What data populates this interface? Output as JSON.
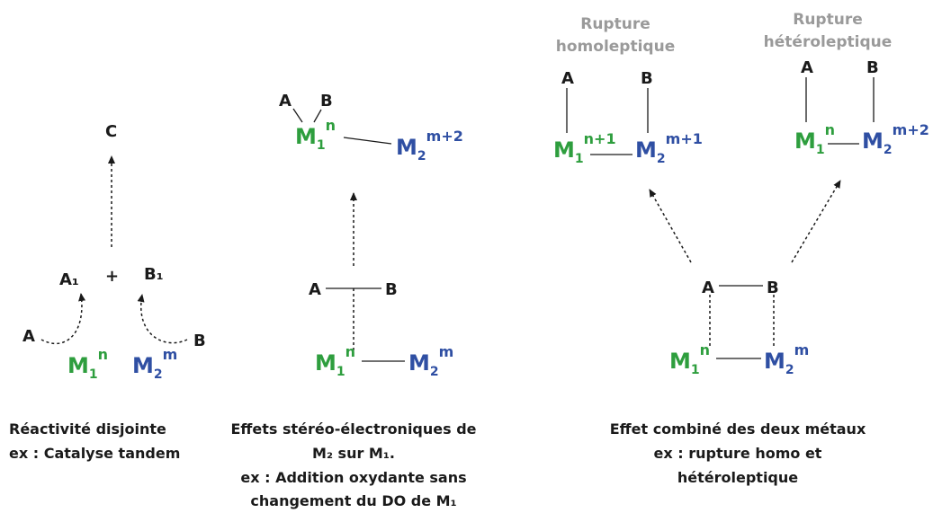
{
  "panel1": {
    "labels": {
      "c": "C",
      "a1": "A₁",
      "plus": "+",
      "b1": "B₁",
      "a": "A",
      "b": "B"
    },
    "m1": {
      "base": "M",
      "sub": "1",
      "sup": "n"
    },
    "m2": {
      "base": "M",
      "sub": "2",
      "sup": "m"
    },
    "caption": [
      "Réactivité disjointe",
      "ex : Catalyse tandem"
    ]
  },
  "panel2": {
    "top": {
      "a": "A",
      "b": "B",
      "m1": {
        "base": "M",
        "sub": "1",
        "sup": "n"
      },
      "m2": {
        "base": "M",
        "sub": "2",
        "sup": "m+2"
      }
    },
    "bottom": {
      "a": "A",
      "b": "B",
      "m1": {
        "base": "M",
        "sub": "1",
        "sup": "n"
      },
      "m2": {
        "base": "M",
        "sub": "2",
        "sup": "m"
      }
    },
    "caption": [
      "Effets stéréo-électroniques de",
      "M₂ sur M₁.",
      "ex : Addition oxydante sans",
      "changement du DO de M₁"
    ]
  },
  "panel3": {
    "homo": {
      "title": [
        "Rupture",
        "homoleptique"
      ],
      "a": "A",
      "b": "B",
      "m1": {
        "base": "M",
        "sub": "1",
        "sup": "n+1"
      },
      "m2": {
        "base": "M",
        "sub": "2",
        "sup": "m+1"
      }
    },
    "hetero": {
      "title": [
        "Rupture",
        "hétéroleptique"
      ],
      "a": "A",
      "b": "B",
      "m1": {
        "base": "M",
        "sub": "1",
        "sup": "n"
      },
      "m2": {
        "base": "M",
        "sub": "2",
        "sup": "m+2"
      }
    },
    "bottom": {
      "a": "A",
      "b": "B",
      "m1": {
        "base": "M",
        "sub": "1",
        "sup": "n"
      },
      "m2": {
        "base": "M",
        "sub": "2",
        "sup": "m"
      }
    },
    "caption": [
      "Effet combiné des deux métaux",
      "ex : rupture homo et",
      "hétéroleptique"
    ]
  },
  "colors": {
    "metal1": "#2e9e3e",
    "metal2": "#2f4fa3",
    "text": "#1a1a1a",
    "title": "#9a9a9a"
  }
}
